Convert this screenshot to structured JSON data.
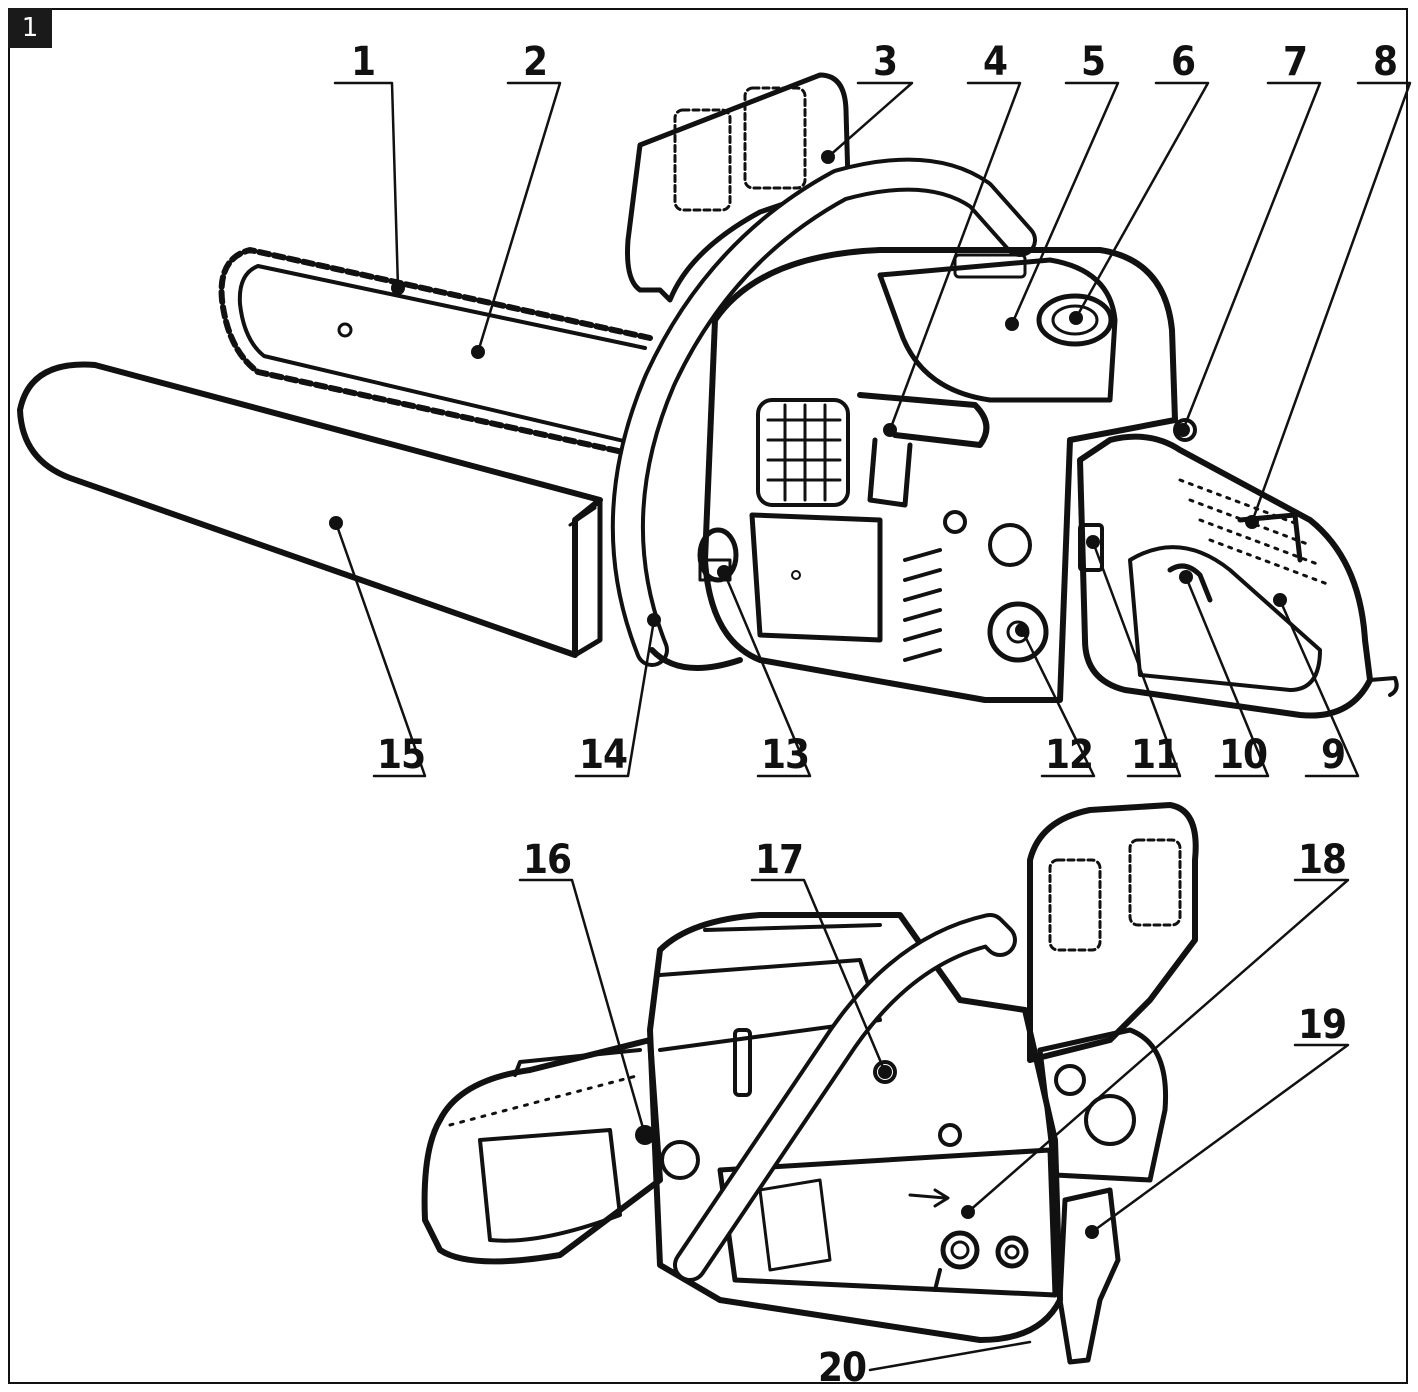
{
  "figure": {
    "number": "1"
  },
  "callouts": [
    "1",
    "2",
    "3",
    "4",
    "5",
    "6",
    "7",
    "8",
    "9",
    "10",
    "11",
    "12",
    "13",
    "14",
    "15",
    "16",
    "17",
    "18",
    "19",
    "20"
  ],
  "colors": {
    "ink": "#111111",
    "paper": "#ffffff",
    "badge": "#1a1a1a"
  }
}
